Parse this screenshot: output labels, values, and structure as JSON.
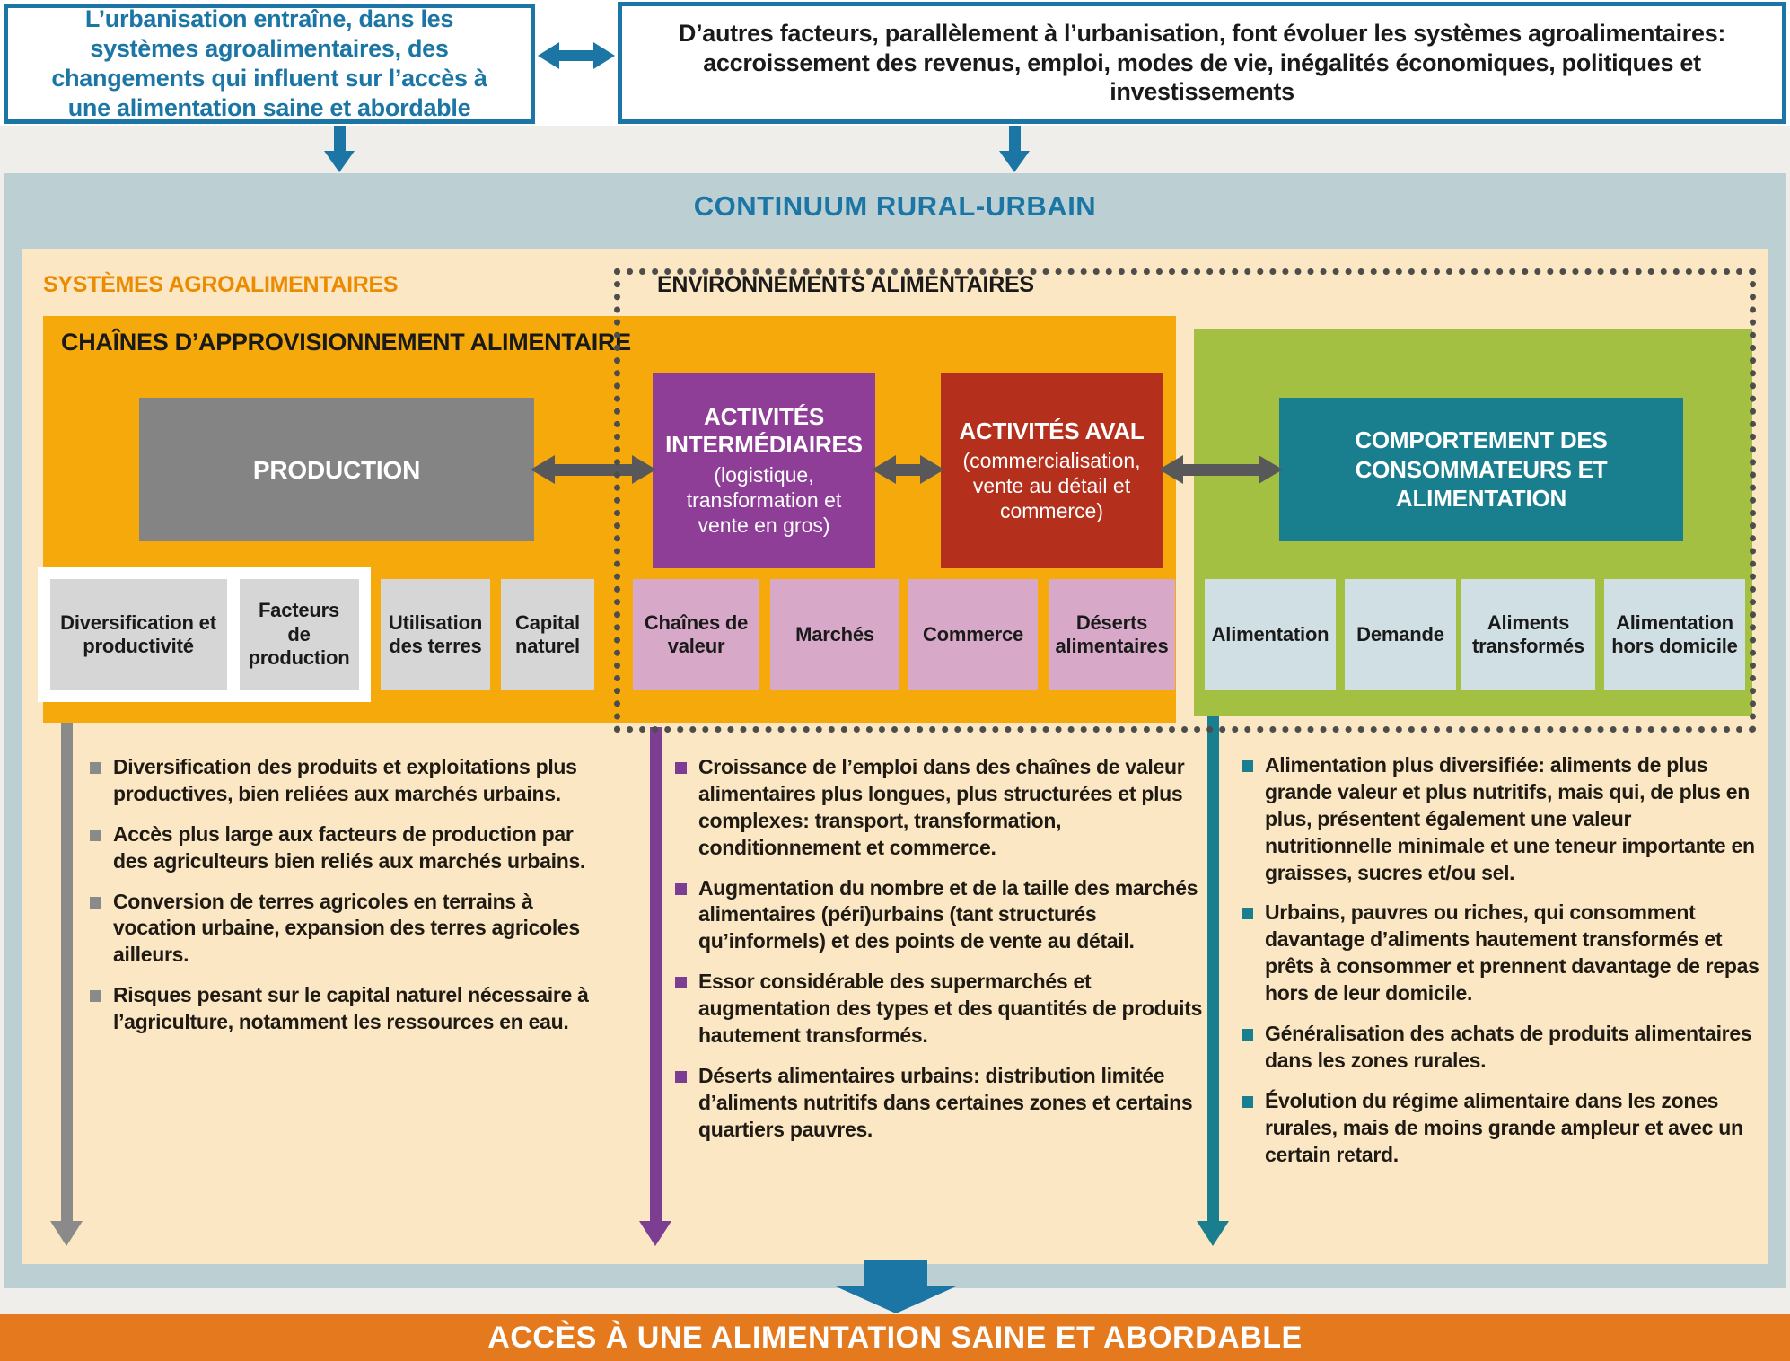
{
  "top": {
    "left_box": "L’urbanisation entraîne, dans les systèmes agroalimentaires, des changements qui influent sur l’accès à une alimentation saine et abordable",
    "right_box": "D’autres facteurs, parallèlement à l’urbanisation, font évoluer les systèmes agroalimentaires: accroissement des revenus, emploi, modes de vie, inégalités économiques, politiques et investissements"
  },
  "continuum_title": "CONTINUUM RURAL-URBAIN",
  "labels": {
    "agrifood_systems": "SYSTÈMES AGROALIMENTAIRES",
    "food_environments": "ENVIRONNEMENTS ALIMENTAIRES",
    "supply_chains": "CHAÎNES D’APPROVISIONNEMENT ALIMENTAIRE"
  },
  "stages": {
    "production": "PRODUCTION",
    "intermediaires_title": "ACTIVITÉS INTERMÉDIAIRES",
    "intermediaires_sub": "(logistique, transformation et vente en gros)",
    "aval_title": "ACTIVITÉS AVAL",
    "aval_sub": "(commercialisation, vente au détail et commerce)",
    "comportement": "COMPORTEMENT DES CONSOMMATEURS ET ALIMENTATION"
  },
  "chips": {
    "production_group": [
      "Diversification et productivité",
      "Facteurs de production"
    ],
    "production_other": [
      "Utilisation des terres",
      "Capital naturel"
    ],
    "environment": [
      "Chaînes de valeur",
      "Marchés",
      "Commerce",
      "Déserts alimentaires"
    ],
    "consumer": [
      "Alimentation",
      "Demande",
      "Aliments transformés",
      "Alimentation hors domicile"
    ]
  },
  "columns": [
    {
      "bullets": [
        "Diversification des produits et exploitations plus productives, bien reliées aux marchés urbains.",
        "Accès plus large aux facteurs de production par des agriculteurs bien reliés aux marchés urbains.",
        "Conversion de terres agricoles en terrains à vocation urbaine, expansion des terres agricoles ailleurs.",
        "Risques pesant sur le capital naturel nécessaire à l’agriculture, notamment les ressources en eau."
      ]
    },
    {
      "bullets": [
        "Croissance de l’emploi dans des chaînes de valeur alimentaires plus longues, plus structurées et plus complexes: transport, transformation, conditionnement et commerce.",
        "Augmentation du nombre et de la taille des marchés alimentaires (péri)urbains (tant structurés qu’informels) et des points de vente au détail.",
        "Essor considérable des supermarchés et augmentation des types et des quantités de produits hautement transformés.",
        "Déserts alimentaires urbains: distribution limitée d’aliments nutritifs dans certaines zones et certains quartiers pauvres."
      ]
    },
    {
      "bullets": [
        "Alimentation plus diversifiée: aliments de plus grande valeur et plus nutritifs, mais qui, de plus en plus, présentent également une valeur nutritionnelle minimale et une teneur importante en graisses, sucres et/ou sel.",
        "Urbains, pauvres ou riches, qui consomment davantage d’aliments hautement transformés et prêts à consommer et prennent davantage de repas hors de leur domicile.",
        "Généralisation des achats de produits alimentaires dans les zones rurales.",
        "Évolution du régime alimentaire dans les zones rurales, mais de moins grande ampleur et avec un certain retard."
      ]
    }
  ],
  "banner": "ACCÈS À UNE ALIMENTATION SAINE ET ABORDABLE",
  "colors": {
    "blue": "#1B76A6",
    "container": "#BCD0D4",
    "cream": "#FBE7C3",
    "gold": "#F6A90B",
    "graybox": "#848484",
    "purple": "#8E3E96",
    "red": "#B5301C",
    "green": "#A4C043",
    "teal": "#197F8F",
    "chipgray": "#D6D6D6",
    "chippink": "#D8A8C8",
    "chipblue": "#CFDFE3",
    "dot": "#4D4D4B",
    "darkarrow": "#58585A",
    "bulletgray": "#8A8A8A",
    "bulletpurple": "#7C3E92",
    "bulletteal": "#197F8F",
    "banner": "#E5791E",
    "labelorange": "#EC8B00",
    "pagegray": "#EFEEEB"
  }
}
